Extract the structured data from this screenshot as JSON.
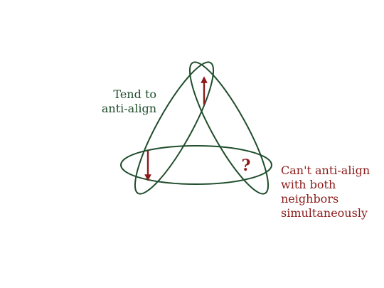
{
  "colors": {
    "ellipse_stroke": "#1f4d2b",
    "arrow": "#8b1a1a",
    "question": "#8b1a1a",
    "label_left": "#1f4d2b",
    "label_right": "#8b1a1a"
  },
  "labels": {
    "tend_to_anti_align": [
      "Tend to",
      "anti-align"
    ],
    "cant_anti_align": [
      "Can't anti-align",
      "with both",
      "neighbors",
      "simultaneously"
    ]
  },
  "spins": {
    "top": "up",
    "left": "down",
    "right": "?"
  },
  "icons": {
    "spin_up": "arrow-up-icon",
    "spin_down": "arrow-down-icon"
  }
}
